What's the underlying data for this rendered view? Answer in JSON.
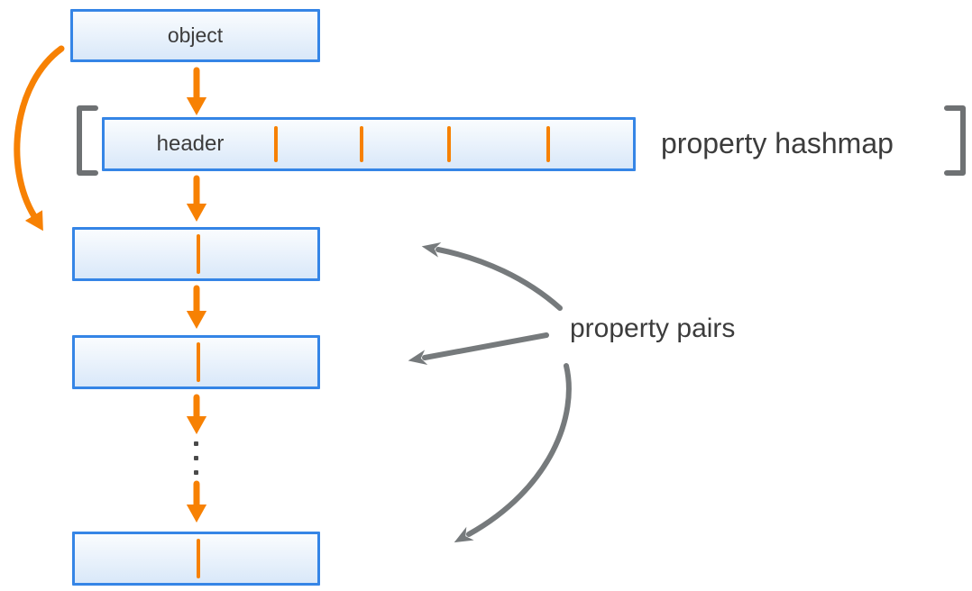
{
  "labels": {
    "object": "object",
    "header": "header",
    "property_hashmap": "property hashmap",
    "property_pairs": "property pairs"
  },
  "icons": {
    "down_arrow_icon": "solid orange downward arrow",
    "curved_arrow_icon": "orange arc from object box to first property pair",
    "gray_arrow_icon": "gray barbed arrow pointing from caption to property pair boxes",
    "bracket_icon": "square bracket enclosing hashmap row",
    "ellipsis_icon": "vertical three-dot continuation mark"
  },
  "colors": {
    "accent_orange": "#f78103",
    "box_border_blue": "#3585e6",
    "box_fill_top": "#fafcfe",
    "box_fill_bottom": "#d9e8f9",
    "arrow_gray": "#767a7c",
    "bracket_gray": "#6e7173",
    "text_dark": "#3c3c3c",
    "dot_gray": "#4a4a4a"
  }
}
